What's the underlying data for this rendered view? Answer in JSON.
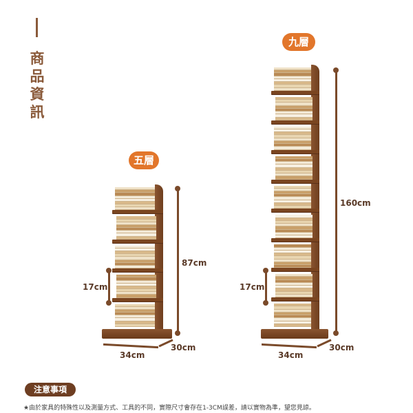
{
  "header": {
    "title": "商品資訊"
  },
  "products": [
    {
      "label": "五層",
      "height": "87cm",
      "gap": "17cm",
      "width": "34cm",
      "depth": "30cm",
      "tiers": 5
    },
    {
      "label": "九層",
      "height": "160cm",
      "gap": "17cm",
      "width": "34cm",
      "depth": "30cm",
      "tiers": 9
    }
  ],
  "notice": {
    "title": "注意事項",
    "text": "★由於家具的特殊性以及測量方式、工具的不同，實際尺寸會存在1-3CM誤差，請以實物為準，望您見諒。"
  },
  "colors": {
    "accent": "#e2762b",
    "wood": "#7a4a2a"
  }
}
